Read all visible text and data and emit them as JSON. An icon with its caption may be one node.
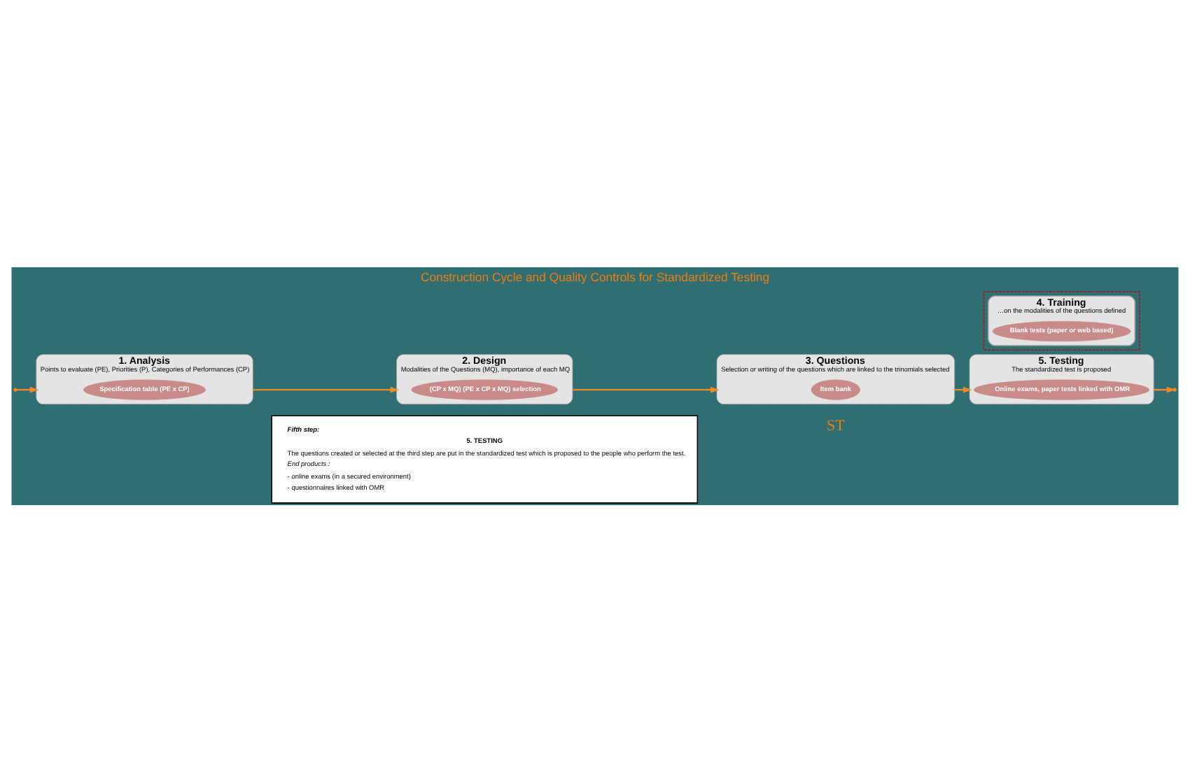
{
  "diagram": {
    "title": "Construction Cycle and Quality Controls for Standardized Testing",
    "nodes": [
      {
        "text": [
          "1. Analysis",
          "Points to evaluate (PE), Priorities (P), Categories of Performances (CP)"
        ]
      },
      {
        "text": [
          "Specification table (PE x CP)"
        ],
        "in": 0
      },
      {
        "text": [
          "2. Design",
          "Modalities of the Questions (MQ), importance of each MQ"
        ]
      },
      {
        "text": [
          "(CP x MQ) (PE x CP x MQ) selection"
        ],
        "in": 2
      },
      {
        "text": [
          "3. Questions",
          "Selection or writing of the questions which are linked to the trinomials selected"
        ]
      },
      {
        "text": [
          "Item bank"
        ],
        "in": 4
      },
      {
        "text": [],
        "shape": "box"
      },
      {
        "text": [
          "4. Training",
          "…on the modalities of the questions defined"
        ],
        "in": 6
      },
      {
        "text": [
          "Blank tests (paper or web based)"
        ],
        "in": 7
      },
      {
        "text": [
          "5. Testing",
          "The standardized test is proposed"
        ]
      },
      {
        "text": [
          "Online exams, paper tests linked with OMR"
        ],
        "in": 9
      },
      {
        "text": [
          "Fifth step:",
          "5. TESTING",
          "The questions created or selected at the third step are put in the standardized test which is proposed to the people who perform the test.",
          "End products :",
          "- online exams (in a secured environment)",
          "- questionnaires linked with OMR"
        ]
      }
    ],
    "edges": [
      {
        "from": 0,
        "to": 2,
        "arrow": "to"
      },
      {
        "from": 2,
        "to": 4,
        "arrow": "to"
      },
      {
        "from": 4,
        "to": 9,
        "arrow": "to"
      },
      {
        "from": 9,
        "to": null,
        "arrow": "to"
      },
      {
        "from": null,
        "to": 0,
        "arrow": "to"
      }
    ],
    "labels": [
      "ST"
    ]
  }
}
